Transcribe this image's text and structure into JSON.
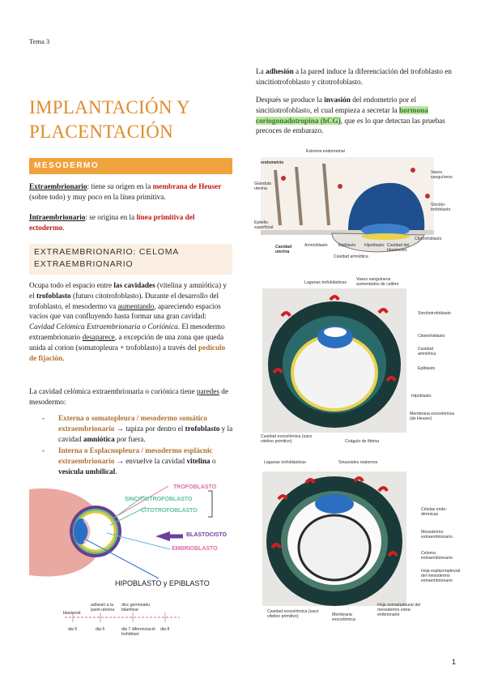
{
  "header": "Tema 3",
  "title": "IMPLANTACIÓN Y PLACENTACIÓN",
  "section_mesodermo": "MESODERMO",
  "extra_p": {
    "term": "Extraembrionario",
    "text1": ": tiene su origen en la ",
    "hl": "membrana de Heuser",
    "text2": " (sobre todo) y muy poco en la línea primitiva."
  },
  "intra_p": {
    "term": "Intraembrionario",
    "text1": ": se origina en la ",
    "hl": "línea primitiva del ectodermo",
    "text2": "."
  },
  "subsection_title": "EXTRAEMBRIONARIO: CELOMA EXTRAEMBRIONARIO",
  "celoma_p": {
    "t1": "Ocupa todo el espacio entre ",
    "b1": "las cavidades",
    "t2": " (vitelina y amniótica) y el ",
    "b2": "trofoblasto",
    "t3": " (futuro citotrofoblasto). Durante el desarrollo del trofoblasto, el mesodermo va ",
    "u1": "aumentando",
    "t4": ", apareciendo espacios vacíos que van confluyendo hasta formar una gran cavidad: ",
    "i1": "Cavidad Celómica Extraembrionaria o Coriónica",
    "t5": ". El mesodermo extraembrionario ",
    "u2": "desaparece",
    "t6": ", a excepción de una zona que queda unida al corion (somatopleura + trofoblasto) a través del ",
    "hl": "pedículo de fijación",
    "t7": "."
  },
  "capas_p": {
    "t1": "La cavidad celómica extraembrionaria o coriónica tiene ",
    "u1": "paredes",
    "t2": " de mesodermo:"
  },
  "bullets": [
    {
      "dash": "-",
      "hl": "Externa o somatopleura / mesodermo somático extraembrionario",
      "t1": " → tapiza por dentro el ",
      "b1": "trofoblasto",
      "t2": " y la cavidad ",
      "b2": "amniótica",
      "t3": " por fuera."
    },
    {
      "dash": "-",
      "hl": "Interna o Esplacnopleura / mesodermo esplácnic extraembrionario",
      "t1": " → envuelve la cavidad ",
      "b1": "vitelina",
      "t2": " o ",
      "b2": "vesícula umbilical",
      "t3": "."
    }
  ],
  "right_p1": {
    "t1": "La ",
    "b1": "adhesión",
    "t2": " a la pared induce la diferenciación del trofoblasto en sincitiotrofoblasto y citotrofoblasto."
  },
  "right_p2": {
    "t1": "Después se produce la ",
    "b1": "invasión",
    "t2": " del endometrio por el sincitiotrofoblasto, el cual empieza a secretar la ",
    "hl": "hormona coriogonadotropina (hCG)",
    "t3": ", que es lo que detectan las pruebas precoces de embarazo."
  },
  "diagram1": {
    "labels": [
      "TROFOBLASTO",
      "SINCITIOTROFOBLASTO",
      "CITOTROFOBLASTO",
      "BLASTOCISTO",
      "EMBRIOBLASTO"
    ],
    "caption": "HIPOBLASTO y EPIBLASTO"
  },
  "timeline": {
    "top_labels": [
      "blastocist",
      "adhesió a la paret uterina",
      "disc germinatiu bilaminar"
    ],
    "bottom_labels": [
      "dia 5",
      "dia 6",
      "dia 7 diferenciació trofoblast",
      "dia 8"
    ]
  },
  "fig1_labels": [
    "Estroma endometrial",
    "endometrio",
    "Vasos sanguíneos",
    "Glándula uterina",
    "Sincitio-trofoblasto",
    "Epitelio superficial",
    "Amnioblasto",
    "Epiblasto",
    "Hipoblasto",
    "Cavidad del blastocisto",
    "Citotrofoblasto",
    "Cavidad uterina",
    "Cavidad amniótica"
  ],
  "fig2_labels": [
    "Lagunas trofoblásticas",
    "Vasos sanguíneos aumentados de calibre",
    "Sincitiotrofoblasto",
    "Citotrofoblasto",
    "Cavidad amniótica",
    "Epiblasto",
    "Hipoblasto",
    "Membrana exocelómica (de Heuser)",
    "Cavidad exocelómica (saco vitelino primitivo)",
    "Coágulo de fibrina"
  ],
  "fig3_labels": [
    "Lagunas trofoblásticas",
    "Sinusoides maternos",
    "Células endo-dérmicas",
    "Mesodermo extraembrionario",
    "Celoma extraembrionario",
    "Hoja esplacnopleural del mesodermo extraembrionario",
    "Cavidad exocelómica (saco vitelino primitivo)",
    "Membrana exocelómica",
    "Hoja somatopleural del mesodermo extra-embrionario"
  ],
  "page_number": "1"
}
